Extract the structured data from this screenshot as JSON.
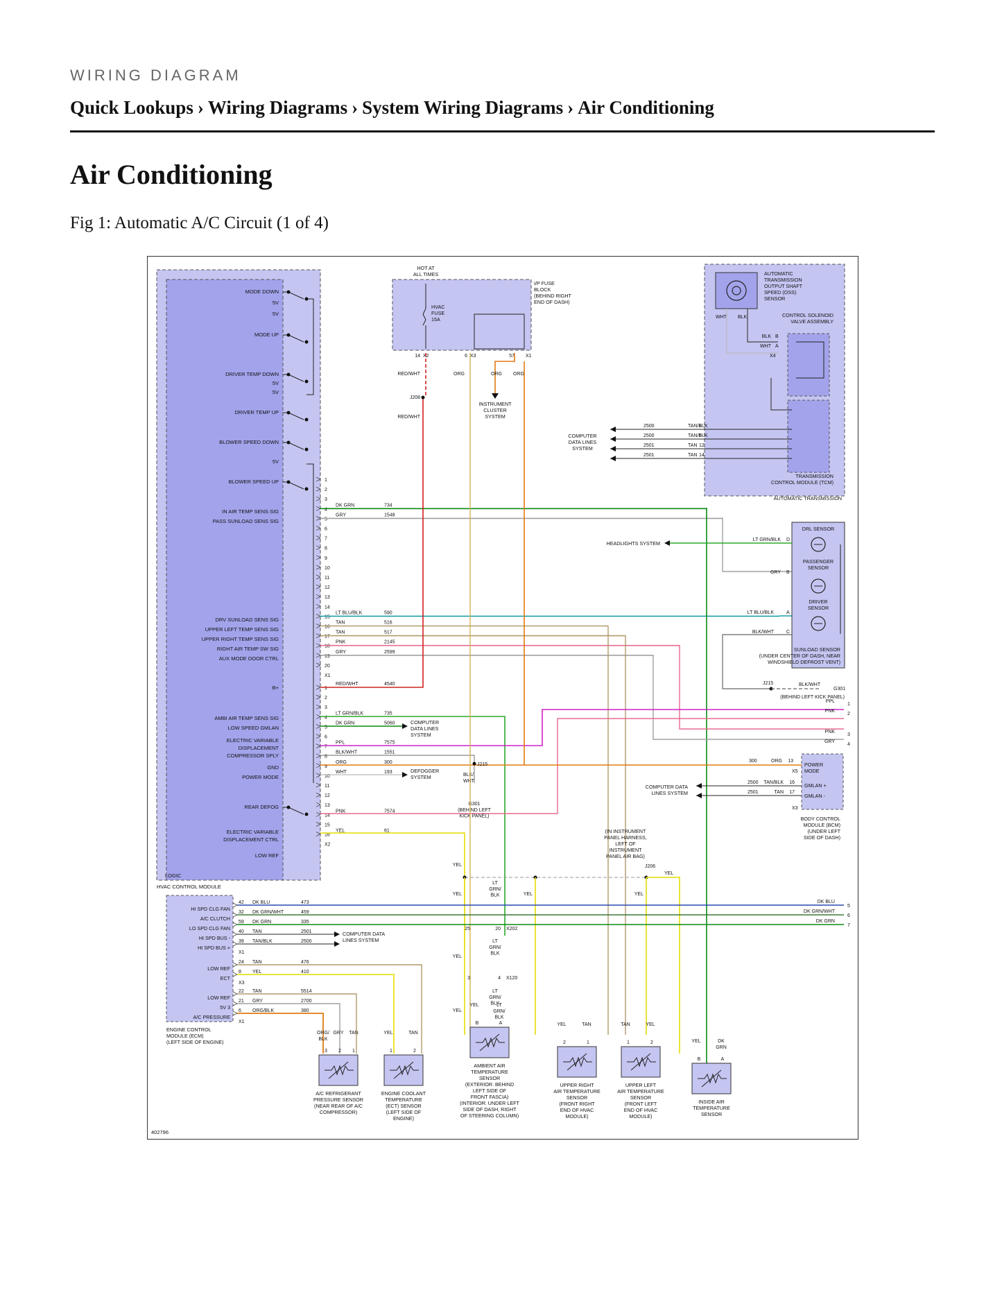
{
  "header": {
    "kicker": "WIRING DIAGRAM",
    "breadcrumb": [
      "Quick Lookups",
      "Wiring Diagrams",
      "System Wiring Diagrams",
      "Air Conditioning"
    ],
    "separator": "›"
  },
  "page_title": "Air Conditioning",
  "figure_caption": "Fig 1: Automatic A/C Circuit (1 of 4)",
  "diagram": {
    "figure_number": "402796",
    "hvac": {
      "title": "HVAC CONTROL MODULE",
      "logic": "LOGIC",
      "labels": [
        "MODE DOWN",
        "5V",
        "5V",
        "MODE UP",
        "DRIVER TEMP DOWN",
        "5V",
        "5V",
        "DRIVER TEMP UP",
        "BLOWER SPEED DOWN",
        "5V",
        "BLOWER SPEED UP",
        "IN AIR TEMP SENS SIG",
        "PASS SUNLOAD SENS SIG",
        "DRV SUNLOAD SENS SIG",
        "UPPER LEFT TEMP SENS SIG",
        "UPPER RIGHT TEMP SENS SIG",
        "RIGHT AIR TEMP SW SIG",
        "AUX MODE DOOR CTRL",
        "B+",
        "AMBI AIR TEMP SENS SIG",
        "LOW SPEED GMLAN",
        "ELECTRIC VARIABLE",
        "DISPLACEMENT",
        "COMPRESSOR SPLY",
        "GND",
        "POWER MODE",
        "REAR DEFOG",
        "ELECTRIC VARIABLE",
        "DISPLACEMENT CTRL",
        "LOW REF"
      ]
    },
    "x1_pins": [
      "1",
      "2",
      "3",
      "4",
      "5",
      "6",
      "7",
      "8",
      "9",
      "10",
      "11",
      "12",
      "13",
      "14",
      "15",
      "16",
      "17",
      "18",
      "19",
      "20"
    ],
    "x1_wires": [
      {
        "pin": "4",
        "color": "DK GRN",
        "circuit": "734",
        "hex": "#0a8a12"
      },
      {
        "pin": "5",
        "color": "GRY",
        "circuit": "1548",
        "hex": "#a0a0a0"
      },
      {
        "pin": "15",
        "color": "LT BLU/BLK",
        "circuit": "590",
        "hex": "#1aa0a8"
      },
      {
        "pin": "16",
        "color": "TAN",
        "circuit": "516",
        "hex": "#b09a6a"
      },
      {
        "pin": "17",
        "color": "TAN",
        "circuit": "517",
        "hex": "#b09a6a"
      },
      {
        "pin": "18",
        "color": "PNK",
        "circuit": "2145",
        "hex": "#e86a8e"
      },
      {
        "pin": "19",
        "color": "GRY",
        "circuit": "2599",
        "hex": "#a0a0a0"
      }
    ],
    "x1_label": "X1",
    "x2_pins": [
      "1",
      "2",
      "3",
      "4",
      "5",
      "6",
      "7",
      "8",
      "9",
      "10",
      "11",
      "12",
      "13",
      "14",
      "15",
      "16"
    ],
    "x2_wires": [
      {
        "pin": "1",
        "color": "RED/WHT",
        "circuit": "4540",
        "hex": "#d02020"
      },
      {
        "pin": "4",
        "color": "LT GRN/BLK",
        "circuit": "735",
        "hex": "#2aa82a"
      },
      {
        "pin": "5",
        "color": "DK GRN",
        "circuit": "5060",
        "hex": "#0a8a12"
      },
      {
        "pin": "7",
        "color": "PPL",
        "circuit": "7575",
        "hex": "#d020c8"
      },
      {
        "pin": "8",
        "color": "BLK/WHT",
        "circuit": "1551",
        "hex": "#555555"
      },
      {
        "pin": "9",
        "color": "ORG",
        "circuit": "300",
        "hex": "#e07a10"
      },
      {
        "pin": "10",
        "color": "WHT",
        "circuit": "193",
        "hex": "#bbbbbb"
      },
      {
        "pin": "14",
        "color": "PNK",
        "circuit": "7574",
        "hex": "#e86a8e"
      },
      {
        "pin": "16",
        "color": "YEL",
        "circuit": "61",
        "hex": "#e8e020"
      }
    ],
    "x2_label": "X2",
    "fuse_block": {
      "hot": "HOT AT\nALL TIMES",
      "fuse": "HVAC\nFUSE\n15A",
      "name": "I/P FUSE\nBLOCK\n(BEHIND RIGHT\nEND OF DASH)",
      "pins": [
        "14",
        "X2",
        "6",
        "X3",
        "57",
        "X1"
      ]
    },
    "instrument_cluster": "INSTRUMENT\nCLUSTER\nSYSTEM",
    "fuse_wires": [
      "RED/WHT",
      "ORG",
      "ORG",
      "ORG",
      "RED/WHT"
    ],
    "j208": "J208",
    "tcm": {
      "oss": "AUTOMATIC\nTRANSMISSION\nOUTPUT SHAFT\nSPEED (OSS)\nSENSOR",
      "solenoid": "CONTROL SOLENOID\nVALVE ASSEMBLY",
      "name": "TRANSMISSION\nCONTROL MODULE (TCM)",
      "system": "AUTOMATIC TRANSMISSION",
      "wires_top": [
        "WHT",
        "BLK"
      ],
      "pins_ab": [
        {
          "color": "BLK",
          "pin": "B"
        },
        {
          "color": "WHT",
          "pin": "A"
        }
      ],
      "conn": "X4",
      "data_label": "COMPUTER\nDATA LINES\nSYSTEM",
      "data_lines": [
        {
          "circuit": "2500",
          "color": "TAN/BLK",
          "pin": "2"
        },
        {
          "circuit": "2500",
          "color": "TAN/BLK",
          "pin": "5"
        },
        {
          "circuit": "2501",
          "color": "TAN",
          "pin": "12"
        },
        {
          "circuit": "2501",
          "color": "TAN",
          "pin": "14"
        }
      ]
    },
    "sunload": {
      "drl": "DRL SENSOR",
      "passenger": "PASSENGER\nSENSOR",
      "driver": "DRIVER\nSENSOR",
      "name": "SUNLOAD SENSOR\n(UNDER CENTER OF DASH, NEAR\nWINDSHIELD DEFROST VENT)",
      "headlights": "HEADLIGHTS SYSTEM",
      "pins": [
        {
          "color": "LT GRN/BLK",
          "pin": "D"
        },
        {
          "color": "GRY",
          "pin": "B"
        },
        {
          "color": "LT BLU/BLK",
          "pin": "A"
        },
        {
          "color": "BLK/WHT",
          "pin": "C"
        }
      ]
    },
    "ground": {
      "j215": "J215",
      "color": "BLK/WHT",
      "g301": "G301",
      "desc": "(BEHIND LEFT KICK PANEL)"
    },
    "offpage_right": [
      {
        "color": "PPL",
        "num": "1"
      },
      {
        "color": "PNK",
        "num": "2"
      },
      {
        "color": "PNK",
        "num": "3"
      },
      {
        "color": "GRY",
        "num": "4"
      }
    ],
    "bcm": {
      "power_mode": "POWER\nMODE",
      "gmlan_plus": "GMLAN +",
      "gmlan_minus": "GMLAN -",
      "name": "BODY CONTROL\nMODULE (BCM)\n(UNDER LEFT\nSIDE OF DASH)",
      "orange": {
        "circuit": "300",
        "color": "ORG",
        "pin": "13",
        "conn": "X5"
      },
      "data_label": "COMPUTER DATA\nLINES SYSTEM",
      "data": [
        {
          "circuit": "2500",
          "color": "TAN/BLK",
          "pin": "16"
        },
        {
          "circuit": "2501",
          "color": "TAN",
          "pin": "17"
        }
      ],
      "conn3": "X3"
    },
    "middle_labels": {
      "data_lines": "COMPUTER\nDATA LINES\nSYSTEM",
      "defogger": "DEFOGGER\nSYSTEM",
      "j215": "J215",
      "blkwht": "BLK/\nWHT",
      "g301": "G301\n(BEHIND LEFT\nKICK PANEL)",
      "ip_harness": "(IN INSTRUMENT\nPANEL HARNESS,\nLEFT OF\nINSTRUMENT\nPANEL AIR BAG)",
      "j206": "J206",
      "yel": "YEL",
      "ltgrnblk": "LT\nGRN/\nBLK",
      "x202": "X202",
      "x120": "X120",
      "pin25": "25",
      "pin20": "20",
      "pin3": "3",
      "pin4": "4"
    },
    "ecm": {
      "name": "ENGINE CONTROL\nMODULE (ECM)\n(LEFT SIDE OF ENGINE)",
      "labels": [
        "HI SPD CLG FAN",
        "A/C CLUTCH",
        "LO SPD CLG FAN",
        "HI SPD BUS -",
        "HI SPD BUS +",
        "LOW REF",
        "ECT",
        "LOW REF",
        "5V 3",
        "A/C PRESSURE"
      ],
      "wires": [
        {
          "pin": "42",
          "color": "DK BLU",
          "circuit": "473",
          "end": "DK BLU",
          "num": "5"
        },
        {
          "pin": "32",
          "color": "DK GRN/WHT",
          "circuit": "459",
          "end": "DK GRN/WHT",
          "num": "6"
        },
        {
          "pin": "59",
          "color": "DK GRN",
          "circuit": "335",
          "end": "DK GRN",
          "num": "7"
        },
        {
          "pin": "40",
          "color": "TAN",
          "circuit": "2501"
        },
        {
          "pin": "39",
          "color": "TAN/BLK",
          "circuit": "2500"
        },
        {
          "pin": "24",
          "color": "TAN",
          "circuit": "476"
        },
        {
          "pin": "8",
          "color": "YEL",
          "circuit": "410"
        },
        {
          "pin": "22",
          "color": "TAN",
          "circuit": "5514"
        },
        {
          "pin": "21",
          "color": "GRY",
          "circuit": "2700"
        },
        {
          "pin": "6",
          "color": "ORG/BLK",
          "circuit": "380"
        }
      ],
      "conns": [
        "X1",
        "X3",
        "X1"
      ],
      "data_label": "COMPUTER DATA\nLINES SYSTEM"
    },
    "sensors": [
      {
        "name": "A/C REFRIGERANT\nPRESSURE SENSOR\n(NEAR REAR OF A/C\nCOMPRESSOR)",
        "wires": [
          "ORG/\nBLK",
          "GRY",
          "TAN"
        ],
        "pins": [
          "3",
          "2",
          "1"
        ]
      },
      {
        "name": "ENGINE COOLANT\nTEMPERATURE\n(ECT) SENSOR\n(LEFT SIDE OF\nENGINE)",
        "wires": [
          "YEL",
          "TAN"
        ],
        "pins": [
          "1",
          "2"
        ]
      },
      {
        "name": "AMBIENT AIR\nTEMPERATURE\nSENSOR\n(EXTERIOR: BEHIND\nLEFT SIDE OF\nFRONT FASCIA)\n(INTERIOR: UNDER LEFT\nSIDE OF DASH, RIGHT\nOF STEERING COLUMN)",
        "wires": [
          "YEL",
          "LT\nGRN/\nBLK"
        ],
        "pins": [
          "B",
          "A"
        ]
      },
      {
        "name": "UPPER RIGHT\nAIR TEMPERATURE\nSENSOR\n(FRONT RIGHT\nEND OF HVAC\nMODULE)",
        "wires": [
          "YEL",
          "TAN"
        ],
        "pins": [
          "2",
          "1"
        ]
      },
      {
        "name": "UPPER LEFT\nAIR TEMPERATURE\nSENSOR\n(FRONT LEFT\nEND OF HVAC\nMODULE)",
        "wires": [
          "TAN",
          "YEL"
        ],
        "pins": [
          "1",
          "2"
        ]
      },
      {
        "name": "INSIDE AIR\nTEMPERATURE\nSENSOR",
        "wires": [
          "YEL",
          "DK\nGRN"
        ],
        "pins": [
          "B",
          "A"
        ]
      }
    ]
  }
}
